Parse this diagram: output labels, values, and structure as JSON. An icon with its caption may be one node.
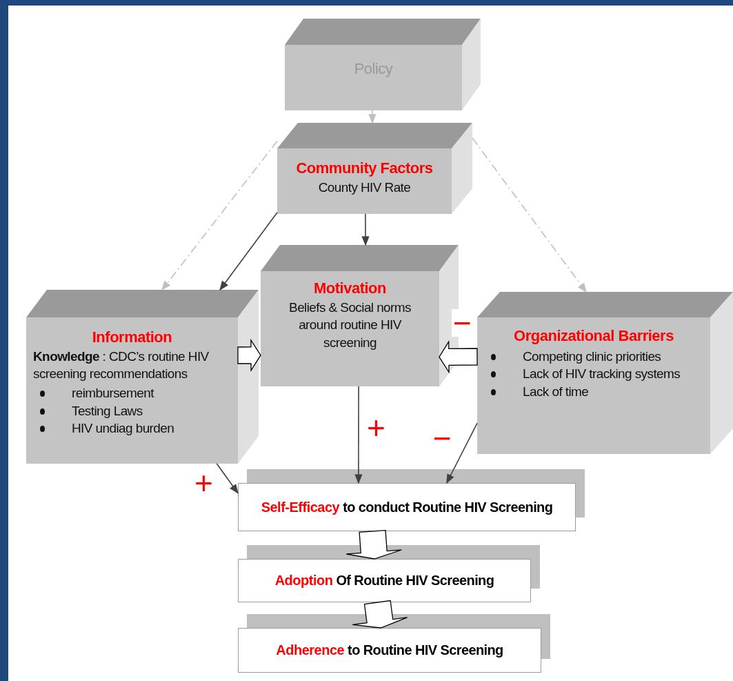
{
  "diagram": {
    "nodes": [
      {
        "text": [
          "Policy"
        ]
      },
      {
        "text": [
          "Community Factors",
          "County HIV Rate"
        ]
      },
      {
        "text": [
          "Information",
          "**Knowledge** : CDC’s routine HIV screening recommendations",
          "reimbursement",
          "Testing Laws",
          "HIV undiag burden"
        ]
      },
      {
        "text": [
          "Motivation",
          "Beliefs & Social norms around routine HIV screening"
        ]
      },
      {
        "text": [
          "Organizational Barriers",
          "Competing clinic priorities",
          "Lack of HIV tracking systems",
          "Lack of time"
        ]
      },
      {
        "text": [
          "Self-Efficacy",
          "to conduct Routine HIV Screening"
        ]
      },
      {
        "text": [
          "Adoption",
          "Of Routine HIV Screening"
        ]
      },
      {
        "text": [
          "Adherence",
          "to Routine HIV Screening"
        ]
      }
    ],
    "edges": [
      {
        "from": 0,
        "to": 1,
        "arrow": "to",
        "style": "dashed",
        "color": "#bfbfbf"
      },
      {
        "from": 1,
        "to": 2,
        "arrow": "to",
        "style": "dashed",
        "color": "#bfbfbf"
      },
      {
        "from": 1,
        "to": 2,
        "arrow": "to"
      },
      {
        "from": 1,
        "to": 3,
        "arrow": "to"
      },
      {
        "from": 1,
        "to": 4,
        "arrow": "to",
        "style": "dashed",
        "color": "#bfbfbf"
      },
      {
        "from": 2,
        "to": 3,
        "arrow": "to",
        "style": "thick"
      },
      {
        "from": 4,
        "to": 3,
        "arrow": "to",
        "style": "thick",
        "label": "−"
      },
      {
        "from": 3,
        "to": 5,
        "arrow": "to",
        "label": "+"
      },
      {
        "from": 4,
        "to": 5,
        "arrow": "to",
        "label": "−"
      },
      {
        "from": 2,
        "to": 5,
        "arrow": "to",
        "label": "+"
      },
      {
        "from": 5,
        "to": 6,
        "arrow": "to",
        "style": "thick"
      },
      {
        "from": 6,
        "to": 7,
        "arrow": "to",
        "style": "thick"
      }
    ]
  }
}
